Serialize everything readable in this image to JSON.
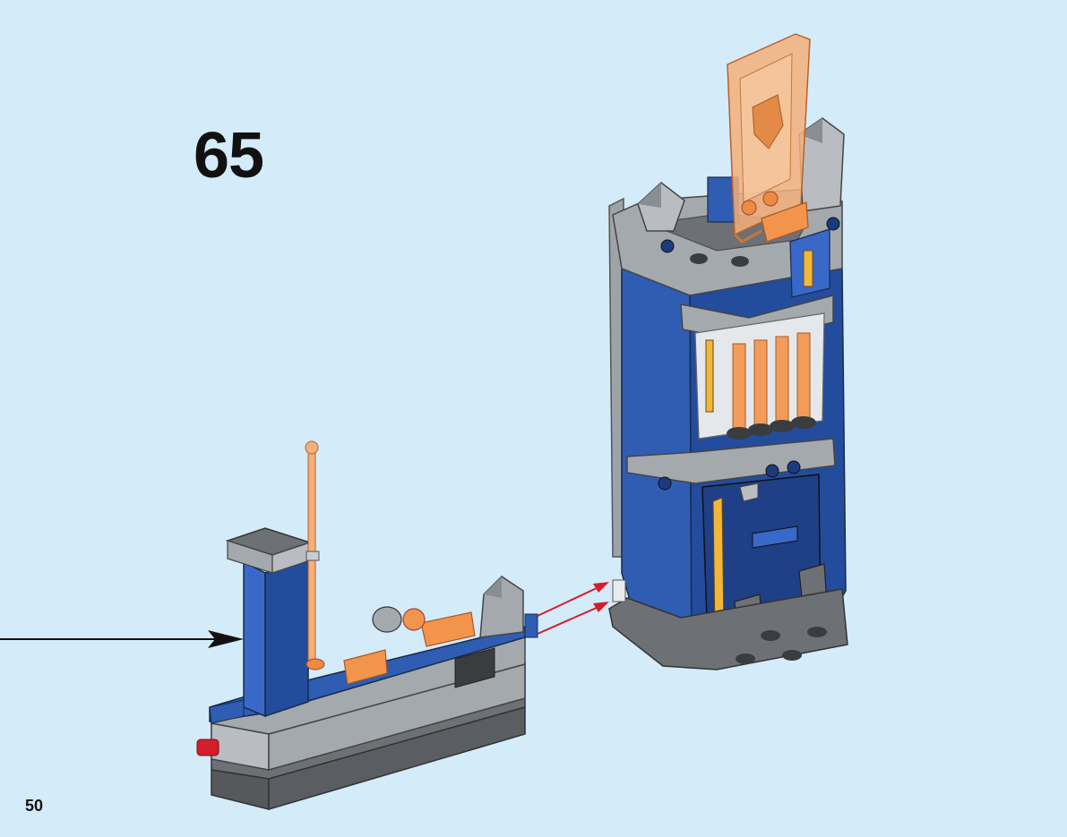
{
  "instruction_page": {
    "step_number": "65",
    "page_number": "50"
  },
  "colors": {
    "background": "#d4ebf9",
    "brick_blue": "#2f5db4",
    "brick_dark_blue": "#1f3f86",
    "brick_gray": "#a4a9ad",
    "brick_dark_gray": "#6d7175",
    "trans_orange": "#f3944c",
    "arrow_red": "#d21f2b"
  },
  "icons": {
    "assembly_arrow": "black-arrow-right",
    "connection_arrows": "red-arrows-diagonal"
  }
}
